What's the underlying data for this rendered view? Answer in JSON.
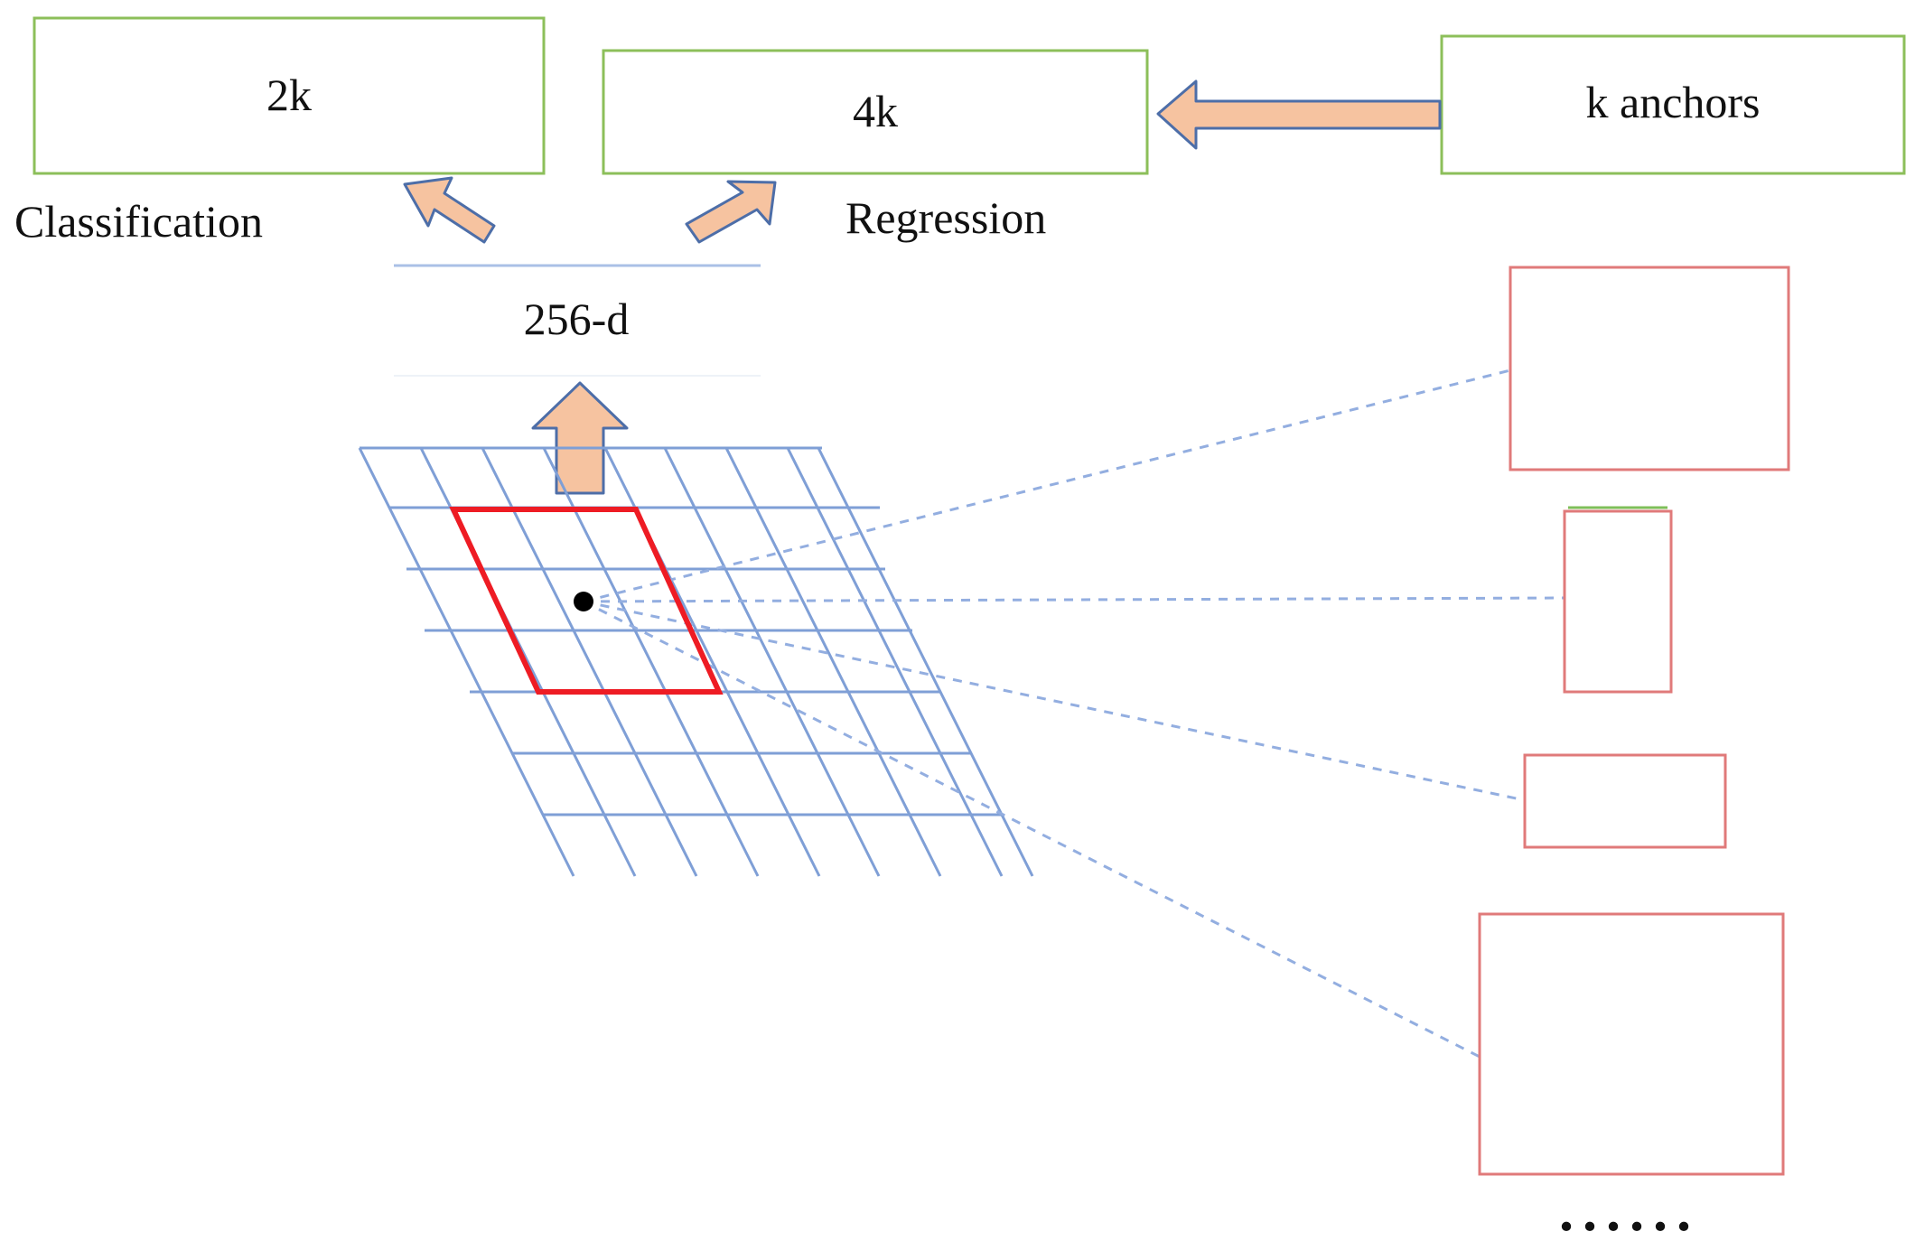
{
  "boxes": {
    "cls_out": "2k",
    "reg_out": "4k",
    "anchors": "k anchors"
  },
  "labels": {
    "classification": "Classification",
    "regression": "Regression",
    "feature": "256-d",
    "ellipsis": "......"
  },
  "colors": {
    "output_box_border": "#8cbf5a",
    "arrow_fill": "#f6c3a0",
    "arrow_stroke": "#4d6ea8",
    "grid": "#7f9fd6",
    "sliding_window": "#ee1c24",
    "anchor_border": "#e07a7a",
    "dashed_line": "#93aee0"
  }
}
